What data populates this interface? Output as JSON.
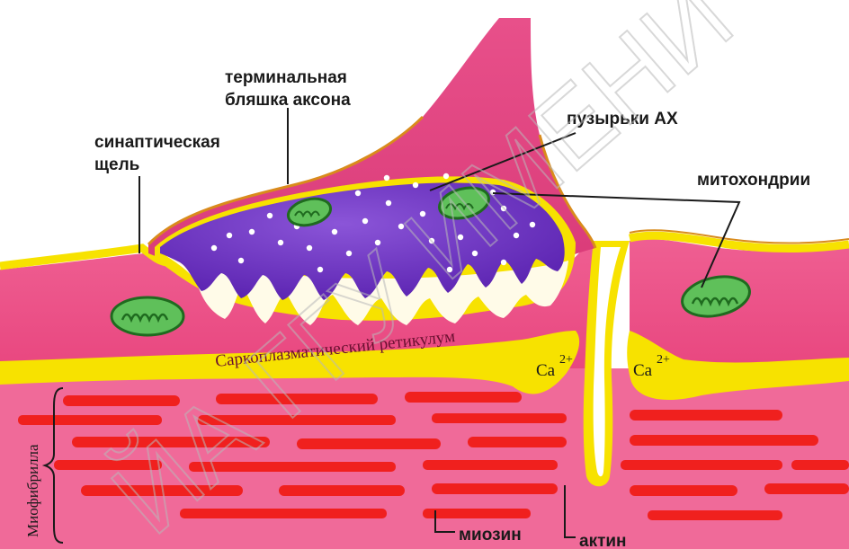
{
  "labels": {
    "terminal_plate_line1": "терминальная",
    "terminal_plate_line2": "бляшка аксона",
    "synaptic_cleft_line1": "синаптическая",
    "synaptic_cleft_line2": "щель",
    "ach_vesicles": "пузырьки АХ",
    "mitochondria": "митохондрии",
    "sarcoplasmic_reticulum": "Саркоплазматический ретикулум",
    "calcium_ion": "Ca",
    "calcium_charge": "2+",
    "myofibril": "Миофибрилла",
    "myosin": "миозин",
    "actin": "актин"
  },
  "watermark": {
    "text": "ЙА ГГУ ИМЕНИ Ф. СКО"
  },
  "colors": {
    "muscle": "#e8457e",
    "muscle_light": "#f0739e",
    "axon": "#e64d86",
    "membrane_yellow": "#f7e200",
    "membrane_orange": "#d98b1c",
    "terminal_purple": "#6c2cc0",
    "terminal_purple_light": "#8b55d8",
    "mitochondria_green": "#5fc05a",
    "mitochondria_dark": "#1f6b1f",
    "myofibril_red": "#f0201e",
    "cleft_white": "#fffbe8"
  }
}
